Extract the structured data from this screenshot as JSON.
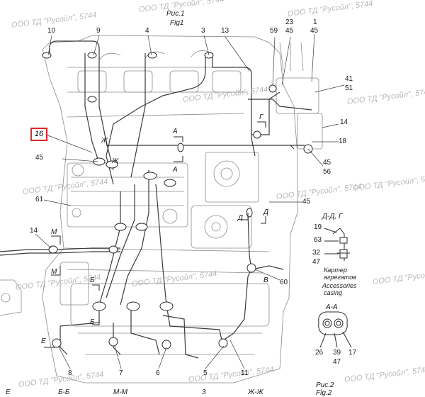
{
  "figure": {
    "title_ru": "Рис.1",
    "title_en": "Fig1",
    "bottom_title_ru": "Рис.2",
    "bottom_title_en": "Fig.2"
  },
  "watermark": "ООО ТД \"Русойл\", 5744",
  "selected_callout": "16",
  "callouts": {
    "c10": "10",
    "c9": "9",
    "c4": "4",
    "c3": "3",
    "c13": "13",
    "c59": "59",
    "c23": "23",
    "c45a": "45",
    "c1": "1",
    "c45b": "45",
    "c41": "41",
    "c51": "51",
    "c14r": "14",
    "c18": "18",
    "c45c": "45",
    "c56": "56",
    "c45d": "45",
    "c45e": "45",
    "c61": "61",
    "c14l": "14",
    "c60": "60",
    "c8": "8",
    "c7": "7",
    "c6": "6",
    "c5": "5",
    "c11": "11",
    "c19": "19",
    "c63": "63",
    "c32": "32",
    "c47a": "47",
    "c26": "26",
    "c39": "39",
    "c47b": "47",
    "c17": "17"
  },
  "section_marks": {
    "zh1": "Ж",
    "zh2": "Ж",
    "a1": "А",
    "a2": "А",
    "g": "Г",
    "d1": "Д",
    "d2": "Д",
    "m1": "М",
    "m2": "М",
    "b1": "Б",
    "b2": "Б",
    "v": "В",
    "e": "Е"
  },
  "views": {
    "dd_g": "Д-Д, Г",
    "aa": "А-А",
    "bottom_e": "Е",
    "bottom_bb": "Б-Б",
    "bottom_mm": "М-М",
    "bottom_3": "3",
    "bottom_zhzh": "Ж-Ж"
  },
  "note": {
    "ru_line1": "Картер",
    "ru_line2": "агрегатов",
    "en_line1": "Accessories",
    "en_line2": "casing"
  }
}
